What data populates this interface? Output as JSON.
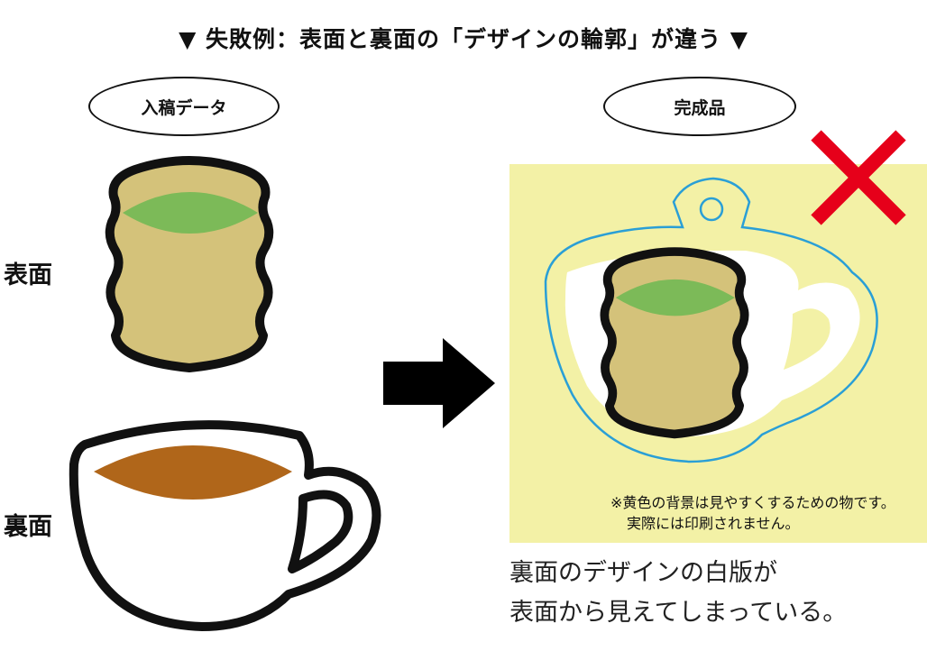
{
  "title": "▼ 失敗例：表面と裏面の「デザインの輪郭」が違う ▼",
  "labels": {
    "submission": "入稿データ",
    "finished": "完成品",
    "front": "表面",
    "back": "裏面"
  },
  "note": {
    "line1": "※黄色の背景は見やすくするための物です。",
    "line2": "実際には印刷されません。"
  },
  "caption": {
    "line1": "裏面のデザインの白版が",
    "line2": "表面から見えてしまっている。"
  },
  "colors": {
    "yellow_bg": "#f3f1a6",
    "cup_body": "#d4c27a",
    "green_tea": "#7cba58",
    "coffee": "#b0661a",
    "outline": "#111111",
    "cut_line": "#2a9fd6",
    "cross": "#e6001a"
  },
  "icons": [
    "down-triangle-icon",
    "arrow-right-icon",
    "cross-mark-icon"
  ]
}
